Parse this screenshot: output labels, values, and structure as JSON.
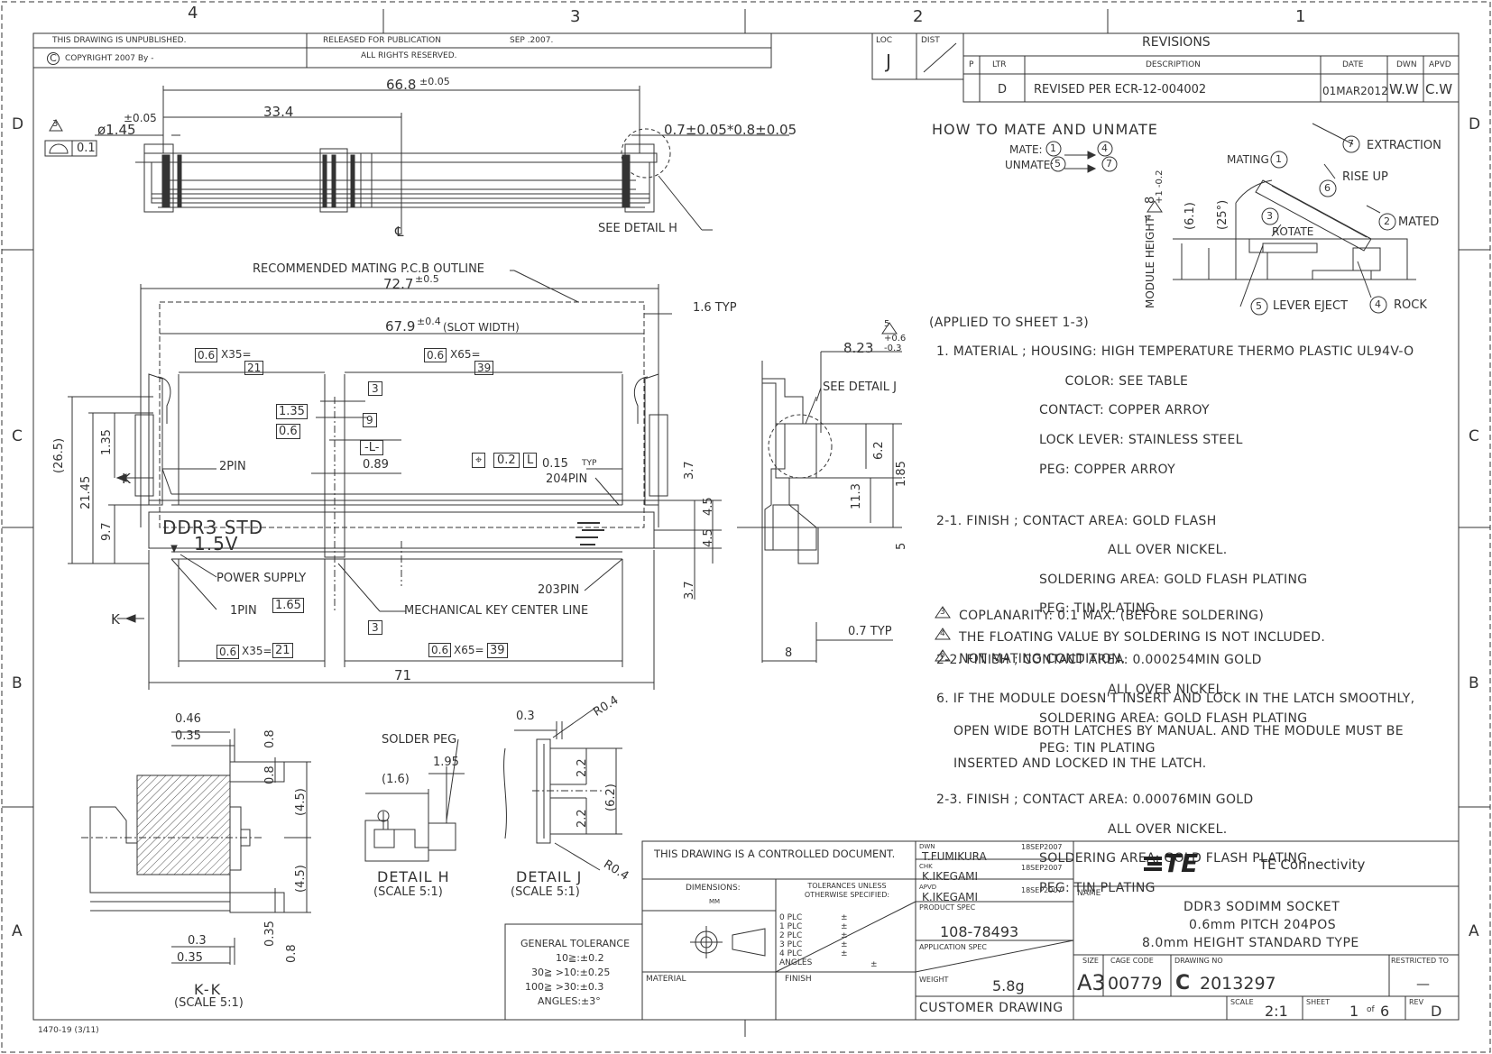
{
  "zones": {
    "top": [
      "4",
      "3",
      "2",
      "1"
    ],
    "side": [
      "D",
      "C",
      "B",
      "A"
    ]
  },
  "header": {
    "unpublished": "THIS DRAWING IS UNPUBLISHED.",
    "released": "RELEASED FOR PUBLICATION",
    "release_date": "SEP .2007.",
    "copyright": "COPYRIGHT 2007 By -",
    "rights": "ALL RIGHTS RESERVED."
  },
  "loc": {
    "loc_label": "LOC",
    "loc_value": "J",
    "dist_label": "DIST",
    "dist_value": "—"
  },
  "revisions": {
    "title": "REVISIONS",
    "cols": [
      "P",
      "LTR",
      "DESCRIPTION",
      "DATE",
      "DWN",
      "APVD"
    ],
    "rows": [
      {
        "p": "",
        "ltr": "D",
        "description": "REVISED PER ECR-12-004002",
        "date": "01MAR2012",
        "dwn": "W.W",
        "apvd": "C.W"
      }
    ]
  },
  "top_view": {
    "dim_overall": "66.8",
    "dim_overall_tol": "±0.05",
    "dim_half": "33.4",
    "dim_tol_left": "±0.05",
    "dim_diam": "ø1.45",
    "dim_right": "0.7±0.05*0.8±0.05",
    "flatness": "0.1",
    "note3": "3",
    "centerline": "℄",
    "see_detail_h": "SEE DETAIL H"
  },
  "main_view": {
    "outline_label": "RECOMMENDED MATING P.C.B OUTLINE",
    "dim_727": "72.7",
    "dim_727_tol": "±0.5",
    "dim_16typ": "1.6 TYP",
    "dim_679": "67.9",
    "dim_679_tol": "±0.4",
    "slot_width": "(SLOT WIDTH)",
    "pitch_left": "0.6",
    "x35": "X35=",
    "n21": "21",
    "pitch_right": "0.6",
    "x65": "X65=",
    "n39": "39",
    "b3": "3",
    "b135": "1.35",
    "b9": "9",
    "b06": "0.6",
    "datum_l": "-L-",
    "d089": "0.89",
    "pos_tol": "0.2",
    "pos_l": "L",
    "d015": "0.15",
    "typ": "TYP",
    "pin204": "204PIN",
    "pin2": "2PIN",
    "k_label": "K",
    "d265": "(26.5)",
    "d2145": "21.45",
    "d135v": "1.35",
    "d97": "9.7",
    "ddr3": "DDR3  STD",
    "v15": "1.5V",
    "power": "POWER SUPPLY",
    "pin1": "1PIN",
    "d165": "1.65",
    "key_center": "MECHANICAL KEY CENTER LINE",
    "pin203": "203PIN",
    "b3b": "3",
    "d37a": "3.7",
    "d45a": "4.5",
    "d45b": "4.5",
    "d37b": "3.7",
    "k_bottom": "K",
    "bot_pitch_l": "0.6",
    "bot_x35": "X35=",
    "bot_21": "21",
    "bot_pitch_r": "0.6",
    "bot_x65": "X65=",
    "bot_39": "39",
    "d71": "71"
  },
  "side_view": {
    "d823": "8.23",
    "d823_tol_up": "+0.6",
    "d823_tol_dn": "-0.3",
    "note5": "5",
    "see_detail_j": "SEE DETAIL J",
    "d62": "6.2",
    "d113": "11.3",
    "d185": "1.85",
    "d5": "5",
    "d07typ": "0.7 TYP",
    "d8": "8"
  },
  "mate": {
    "title": "HOW TO MATE AND UNMATE",
    "mate_label": "MATE:",
    "mate_from": "1",
    "mate_to": "4",
    "unmate_label": "UNMATE:",
    "unmate_from": "5",
    "unmate_to": "7",
    "steps": [
      {
        "n": "1",
        "label": "MATING"
      },
      {
        "n": "2",
        "label": "MATED"
      },
      {
        "n": "3",
        "label": "ROTATE"
      },
      {
        "n": "4",
        "label": "ROCK"
      },
      {
        "n": "5",
        "label": "LEVER EJECT"
      },
      {
        "n": "6",
        "label": "RISE UP"
      },
      {
        "n": "7",
        "label": "EXTRACTION"
      }
    ],
    "module_height": "MODULE HEIGHT",
    "mh_value": "8",
    "mh_tol": "+1 -0.2",
    "mh_note": "4",
    "d61": "(6.1)",
    "ang25": "(25°)"
  },
  "notes": {
    "applied": "(APPLIED TO SHEET 1-3)",
    "lines": [
      "1. MATERIAL ; HOUSING: HIGH TEMPERATURE THERMO PLASTIC UL94V-O",
      "                              COLOR: SEE TABLE",
      "                        CONTACT: COPPER ARROY",
      "                        LOCK LEVER: STAINLESS STEEL",
      "                        PEG: COPPER ARROY",
      "2-1. FINISH ; CONTACT AREA: GOLD FLASH",
      "                                        ALL OVER NICKEL.",
      "                        SOLDERING AREA: GOLD FLASH PLATING",
      "                        PEG: TIN PLATING",
      "2-2. FINISH ; CONTACT AREA: 0.000254MIN GOLD",
      "                                        ALL OVER NICKEL.",
      "                        SOLDERING AREA: GOLD FLASH PLATING",
      "                        PEG: TIN PLATING",
      "2-3. FINISH ; CONTACT AREA: 0.00076MIN GOLD",
      "                                        ALL OVER NICKEL.",
      "                        SOLDERING AREA: GOLD FLASH PLATING",
      "                        PEG: TIN PLATING"
    ],
    "flag_notes": [
      {
        "n": "3",
        "text": "COPLANARITY: 0.1 MAX. (BEFORE SOLDERING)"
      },
      {
        "n": "4",
        "text": "THE FLOATING VALUE BY SOLDERING IS NOT INCLUDED."
      },
      {
        "n": "5",
        "text": "NOT MATING CONDITION."
      }
    ],
    "note6": [
      "6. IF THE MODULE DOESN'T INSERT AND LOCK IN THE LATCH SMOOTHLY,",
      "    OPEN WIDE BOTH LATCHES BY MANUAL. AND THE MODULE MUST BE",
      "    INSERTED AND LOCKED IN THE LATCH."
    ]
  },
  "kk_view": {
    "d046": "0.46",
    "d035a": "0.35",
    "d08a": "0.8",
    "d08b": "0.8",
    "d45a": "(4.5)",
    "d45b": "(4.5)",
    "d03": "0.3",
    "d035b": "0.35",
    "d035c": "0.35",
    "d08c": "0.8",
    "title": "K-K",
    "scale": "(SCALE 5:1)"
  },
  "detail_h": {
    "solder_peg": "SOLDER PEG",
    "d195": "1.95",
    "d16": "(1.6)",
    "title": "DETAIL H",
    "scale": "(SCALE 5:1)"
  },
  "detail_j": {
    "d03": "0.3",
    "r04a": "R0.4",
    "d22a": "2.2",
    "d62": "(6.2)",
    "d22b": "2.2",
    "r04b": "R0.4",
    "title": "DETAIL J",
    "scale": "(SCALE 5:1)"
  },
  "general_tolerance": {
    "title": "GENERAL TOLERANCE",
    "lines": [
      "10≧:±0.2",
      "30≧ >10:±0.25",
      "100≧ >30:±0.3",
      "ANGLES:±3°"
    ]
  },
  "title_block": {
    "controlled": "THIS DRAWING IS A CONTROLLED DOCUMENT.",
    "dimensions_label": "DIMENSIONS:",
    "dimensions_value": "MM",
    "tolerances_label": "TOLERANCES UNLESS OTHERWISE SPECIFIED:",
    "plc": [
      "0  PLC",
      "1  PLC",
      "2  PLC",
      "3  PLC",
      "4  PLC"
    ],
    "angles": "ANGLES",
    "pm": "±",
    "material_label": "MATERIAL",
    "finish_label": "FINISH",
    "dwn_label": "DWN",
    "dwn_name": "T.FUMIKURA",
    "dwn_date": "18SEP2007",
    "chk_label": "CHK",
    "chk_name": "K.IKEGAMI",
    "chk_date": "18SEP2007",
    "apvd_label": "APVD",
    "apvd_name": "K.IKEGAMI",
    "apvd_date": "18SEP2007",
    "product_spec_label": "PRODUCT SPEC",
    "product_spec": "108-78493",
    "application_spec_label": "APPLICATION SPEC",
    "weight_label": "WEIGHT",
    "weight": "5.8g",
    "customer_drawing": "CUSTOMER DRAWING",
    "company": "TE Connectivity",
    "name_label": "NAME",
    "name_lines": [
      "DDR3 SODIMM SOCKET",
      "0.6mm PITCH 204POS",
      "8.0mm HEIGHT STANDARD TYPE"
    ],
    "size_label": "SIZE",
    "size": "A3",
    "cage_label": "CAGE CODE",
    "cage": "00779",
    "drawing_no_label": "DRAWING NO",
    "drawing_prefix": "C",
    "drawing_no": "2013297",
    "restricted_label": "RESTRICTED TO",
    "restricted": "—",
    "scale_label": "SCALE",
    "scale": "2:1",
    "sheet_label": "SHEET",
    "sheet": "1",
    "sheet_of": "of",
    "sheet_total": "6",
    "rev_label": "REV",
    "rev": "D"
  },
  "form_no": "1470-19  (3/11)"
}
